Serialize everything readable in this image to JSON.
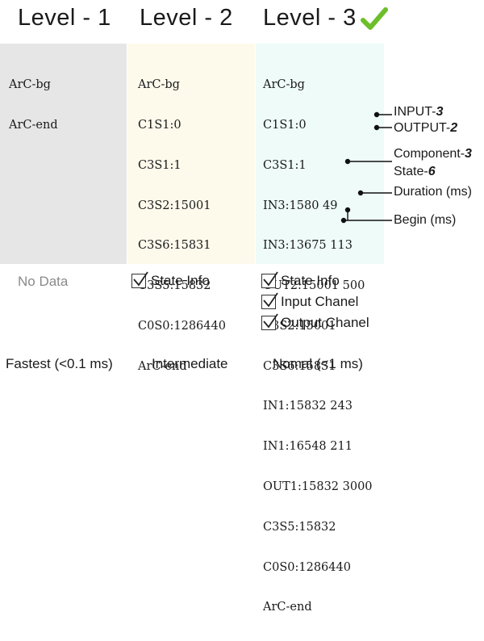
{
  "levels": [
    {
      "title": "Level - 1",
      "lines": [
        "ArC-bg",
        "ArC-end"
      ],
      "options": [],
      "no_data": "No Data",
      "speed": "Fastest (<0.1 ms)",
      "bg": "#e6e6e6"
    },
    {
      "title": "Level - 2",
      "lines": [
        "ArC-bg",
        "C1S1:0",
        "C3S1:1",
        "C3S2:15001",
        "C3S6:15831",
        "C3S5:15832",
        "C0S0:1286440",
        "ArC-end"
      ],
      "options": [
        "State Info"
      ],
      "speed": "Intermediate",
      "bg": "#fdfaec"
    },
    {
      "title": "Level - 3",
      "lines": [
        "ArC-bg",
        "C1S1:0",
        "C3S1:1",
        "IN3:1580 49",
        "IN3:13675 113",
        "OUT2:15001 500",
        "C3S2:15001",
        "C3S6:15831",
        "IN1:15832 243",
        "IN1:16548 211",
        "OUT1:15832 3000",
        "C3S5:15832",
        "C0S0:1286440",
        "ArC-end"
      ],
      "options": [
        "State Info",
        "Input Chanel",
        "Output Chanel"
      ],
      "speed": "Nomal (<1 ms)",
      "bg": "#eefbf9"
    }
  ],
  "annotations": {
    "input": {
      "text": "INPUT-",
      "num": "3"
    },
    "output": {
      "text": "OUTPUT-",
      "num": "2"
    },
    "component": {
      "text": "Component-",
      "num": "3"
    },
    "state": {
      "text": "State-",
      "num": "6"
    },
    "duration": "Duration (ms)",
    "begin": "Begin (ms)"
  },
  "colors": {
    "check_mark": "#6cbf2a",
    "text": "#1a1a1a"
  }
}
